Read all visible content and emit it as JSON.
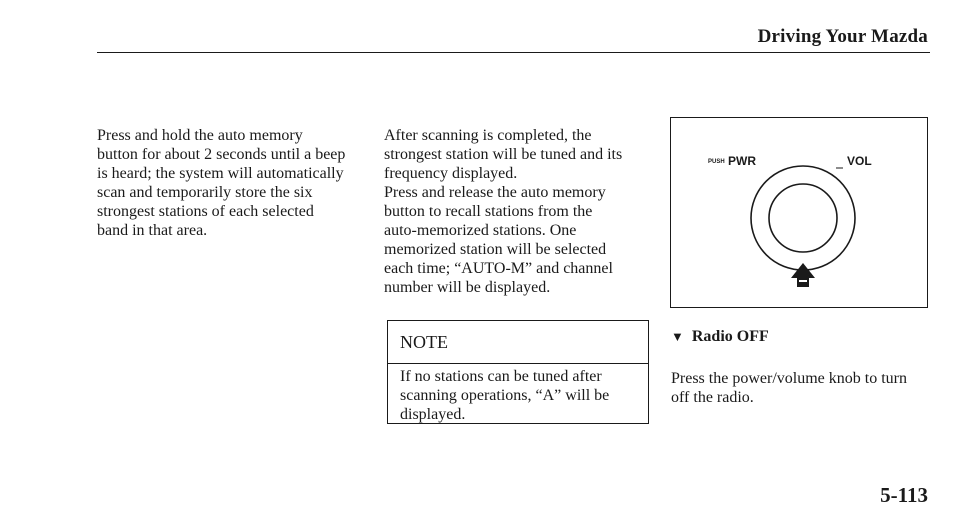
{
  "header": {
    "title": "Driving Your Mazda"
  },
  "col1": {
    "text": "Press and hold the auto memory\nbutton for about 2 seconds until a beep\nis heard; the system will automatically\nscan and temporarily store the six\nstrongest stations of each selected\nband in that area."
  },
  "col2": {
    "text": "After scanning is completed, the\nstrongest station will be tuned and its\nfrequency displayed.\nPress and release the auto memory\nbutton to recall stations from the\nauto-memorized stations. One\nmemorized station will be selected\neach time; “AUTO-M” and channel\nnumber will be displayed."
  },
  "note": {
    "heading": "NOTE",
    "body": "If no stations can be tuned after\nscanning operations, “A” will be\ndisplayed."
  },
  "figure": {
    "push_label": "PUSH",
    "pwr_label": "PWR",
    "vol_label": "VOL"
  },
  "radio_off": {
    "heading": "Radio OFF",
    "text": "Press the power/volume knob to turn\noff the radio."
  },
  "page_number": "5-113"
}
